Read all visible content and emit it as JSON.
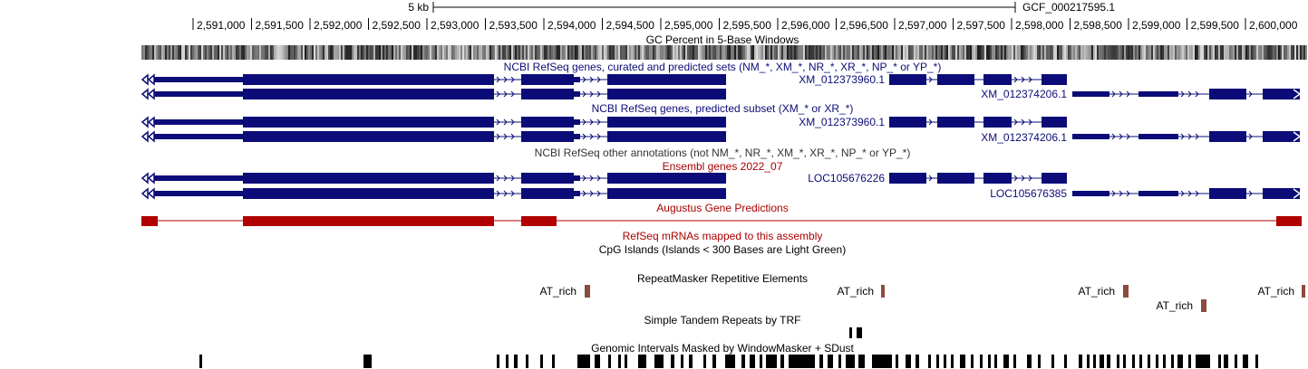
{
  "colors": {
    "gene_blue": "#0c0c78",
    "augustus_red": "#b00000",
    "track_label_red": "#aa0000",
    "track_label_blue": "#0c0c78",
    "repeat_brown": "#8b4c3f",
    "black": "#000000"
  },
  "ruler": {
    "scale_label": "5 kb",
    "assembly_label": "GCF_000217595.1",
    "ticks": [
      "2,591,000",
      "2,591,500",
      "2,592,000",
      "2,592,500",
      "2,593,000",
      "2,593,500",
      "2,594,000",
      "2,594,500",
      "2,595,000",
      "2,595,500",
      "2,596,000",
      "2,596,500",
      "2,597,000",
      "2,597,500",
      "2,598,000",
      "2,598,500",
      "2,599,000",
      "2,599,500",
      "2,600,000"
    ]
  },
  "tracks": {
    "gc_percent": {
      "title": "GC Percent in 5-Base Windows"
    },
    "refseq_all": {
      "title": "NCBI RefSeq genes, curated and predicted sets (NM_*, XM_*, NR_*, XR_*, NP_* or YP_*)",
      "left_label_row1": "XM_012373960.1",
      "right_label_row2": "XM_012374206.1"
    },
    "refseq_predicted": {
      "title": "NCBI RefSeq genes, predicted subset (XM_* or XR_*)",
      "left_label_row1": "XM_012373960.1",
      "right_label_row2": "XM_012374206.1"
    },
    "refseq_other": {
      "title": "NCBI RefSeq other annotations (not NM_*, NR_*, XM_*, XR_*, NP_* or YP_*)"
    },
    "ensembl": {
      "title": "Ensembl genes 2022_07",
      "left_label_row1": "LOC105676226",
      "right_label_row2": "LOC105676385"
    },
    "augustus": {
      "title": "Augustus Gene Predictions"
    },
    "refseq_mrna": {
      "title": "RefSeq mRNAs mapped to this assembly"
    },
    "cpg": {
      "title": "CpG Islands (Islands < 300 Bases are Light Green)"
    },
    "repeatmasker": {
      "title": "RepeatMasker Repetitive Elements",
      "items": [
        "AT_rich",
        "AT_rich",
        "AT_rich",
        "AT_rich",
        "AT_rich"
      ]
    },
    "trf": {
      "title": "Simple Tandem Repeats by TRF"
    },
    "windowmasker": {
      "title": "Genomic Intervals Masked by WindowMasker + SDust"
    }
  }
}
